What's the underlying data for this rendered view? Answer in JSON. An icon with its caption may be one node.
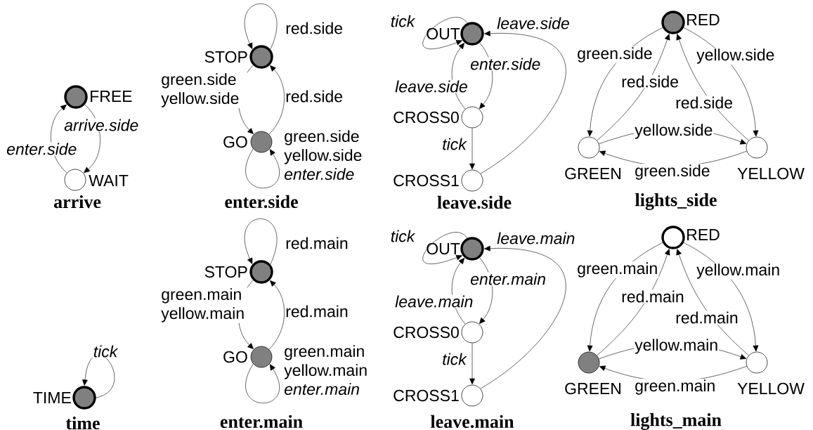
{
  "diagram": {
    "nodes": [
      {
        "text": [],
        "shape": "circle",
        "beside": [
          "FREE"
        ]
      },
      {
        "text": [],
        "shape": "circle",
        "beside": [
          "WAIT"
        ]
      },
      {
        "text": [],
        "shape": "circle",
        "beside": [
          "STOP"
        ]
      },
      {
        "text": [],
        "shape": "circle",
        "beside": [
          "GO"
        ]
      },
      {
        "text": [],
        "shape": "circle",
        "beside": [
          "OUT"
        ]
      },
      {
        "text": [],
        "shape": "circle",
        "beside": [
          "CROSS0"
        ]
      },
      {
        "text": [],
        "shape": "circle",
        "beside": [
          "CROSS1"
        ]
      },
      {
        "text": [],
        "shape": "circle",
        "beside": [
          "RED"
        ]
      },
      {
        "text": [],
        "shape": "circle",
        "beside": [
          "GREEN"
        ]
      },
      {
        "text": [],
        "shape": "circle",
        "beside": [
          "YELLOW"
        ]
      },
      {
        "text": [],
        "shape": "circle",
        "beside": [
          "TIME"
        ]
      },
      {
        "text": [],
        "shape": "circle",
        "beside": [
          "STOP"
        ]
      },
      {
        "text": [],
        "shape": "circle",
        "beside": [
          "GO"
        ]
      },
      {
        "text": [],
        "shape": "circle",
        "beside": [
          "OUT"
        ]
      },
      {
        "text": [],
        "shape": "circle",
        "beside": [
          "CROSS0"
        ]
      },
      {
        "text": [],
        "shape": "circle",
        "beside": [
          "CROSS1"
        ]
      },
      {
        "text": [],
        "shape": "circle",
        "beside": [
          "RED"
        ]
      },
      {
        "text": [],
        "shape": "circle",
        "beside": [
          "GREEN"
        ]
      },
      {
        "text": [],
        "shape": "circle",
        "beside": [
          "YELLOW"
        ]
      }
    ],
    "edges": [
      {
        "from": 0,
        "to": 1,
        "arrow": "to",
        "label": "arrive.side"
      },
      {
        "from": 1,
        "to": 0,
        "arrow": "to",
        "label": "enter.side"
      },
      {
        "from": 2,
        "to": 2,
        "arrow": "to",
        "label": "red.side"
      },
      {
        "from": 2,
        "to": 3,
        "arrow": "to",
        "label": "green.side yellow.side"
      },
      {
        "from": 3,
        "to": 2,
        "arrow": "to",
        "label": "red.side"
      },
      {
        "from": 3,
        "to": 3,
        "arrow": "to",
        "label": "green.side yellow.side *enter.side*"
      },
      {
        "from": 4,
        "to": 4,
        "arrow": "to",
        "label": "tick"
      },
      {
        "from": 4,
        "to": 5,
        "arrow": "to",
        "label": "enter.side"
      },
      {
        "from": 5,
        "to": 4,
        "arrow": "to",
        "label": "leave.side"
      },
      {
        "from": 5,
        "to": 6,
        "arrow": "to",
        "label": "tick"
      },
      {
        "from": 6,
        "to": 4,
        "arrow": "to",
        "label": "leave.side"
      },
      {
        "from": 7,
        "to": 8,
        "arrow": "to",
        "label": "green.side"
      },
      {
        "from": 8,
        "to": 7,
        "arrow": "to",
        "label": "red.side"
      },
      {
        "from": 7,
        "to": 9,
        "arrow": "to",
        "label": "yellow.side"
      },
      {
        "from": 9,
        "to": 7,
        "arrow": "to",
        "label": "red.side"
      },
      {
        "from": 8,
        "to": 9,
        "arrow": "to",
        "label": "yellow.side"
      },
      {
        "from": 9,
        "to": 8,
        "arrow": "to",
        "label": "green.side"
      },
      {
        "from": 10,
        "to": 10,
        "arrow": "to",
        "label": "tick"
      },
      {
        "from": 11,
        "to": 11,
        "arrow": "to",
        "label": "red.main"
      },
      {
        "from": 11,
        "to": 12,
        "arrow": "to",
        "label": "green.main yellow.main"
      },
      {
        "from": 12,
        "to": 11,
        "arrow": "to",
        "label": "red.main"
      },
      {
        "from": 12,
        "to": 12,
        "arrow": "to",
        "label": "green.main yellow.main *enter.main*"
      },
      {
        "from": 13,
        "to": 13,
        "arrow": "to",
        "label": "tick"
      },
      {
        "from": 13,
        "to": 14,
        "arrow": "to",
        "label": "enter.main"
      },
      {
        "from": 14,
        "to": 13,
        "arrow": "to",
        "label": "leave.main"
      },
      {
        "from": 14,
        "to": 15,
        "arrow": "to",
        "label": "tick"
      },
      {
        "from": 15,
        "to": 13,
        "arrow": "to",
        "label": "leave.main"
      },
      {
        "from": 16,
        "to": 17,
        "arrow": "to",
        "label": "green.main"
      },
      {
        "from": 17,
        "to": 16,
        "arrow": "to",
        "label": "red.main"
      },
      {
        "from": 16,
        "to": 18,
        "arrow": "to",
        "label": "yellow.main"
      },
      {
        "from": 18,
        "to": 16,
        "arrow": "to",
        "label": "red.main"
      },
      {
        "from": 17,
        "to": 18,
        "arrow": "to",
        "label": "yellow.main"
      },
      {
        "from": 18,
        "to": 17,
        "arrow": "to",
        "label": "green.main"
      }
    ],
    "labels": [
      "arrive",
      "enter.side",
      "leave.side",
      "lights_side",
      "time",
      "enter.main",
      "leave.main",
      "lights_main"
    ]
  }
}
